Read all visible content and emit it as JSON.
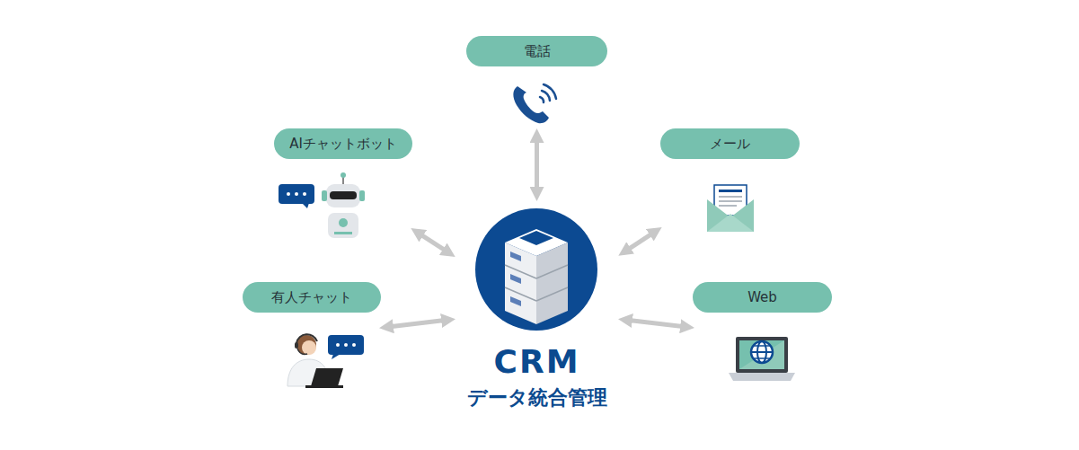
{
  "diagram": {
    "nodes": [
      {
        "text": [
          "電話"
        ]
      },
      {
        "text": [
          "AIチャットボット"
        ]
      },
      {
        "text": [
          "メール"
        ]
      },
      {
        "text": [
          "CRM",
          "データ統合管理"
        ]
      },
      {
        "text": [
          "有人チャット"
        ]
      },
      {
        "text": [
          "Web"
        ]
      }
    ],
    "edges": [
      {
        "from": 3,
        "to": 0,
        "arrow": "both"
      },
      {
        "from": 3,
        "to": 1,
        "arrow": "both"
      },
      {
        "from": 3,
        "to": 2,
        "arrow": "both"
      },
      {
        "from": 3,
        "to": 4,
        "arrow": "both"
      },
      {
        "from": 3,
        "to": 5,
        "arrow": "both"
      }
    ]
  }
}
